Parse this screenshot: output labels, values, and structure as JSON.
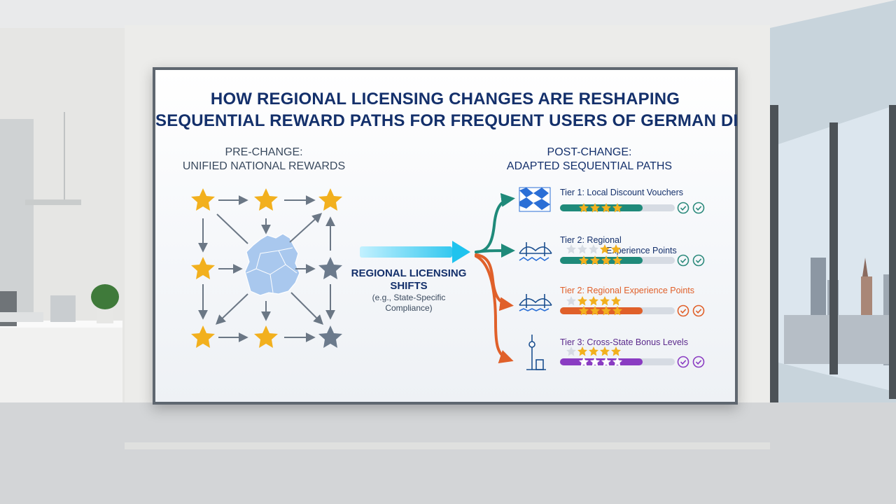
{
  "board": {
    "title_line1": "HOW REGIONAL LICENSING CHANGES ARE RESHAPING",
    "title_line2": "SEQUENTIAL REWARD PATHS FOR FREQUENT USERS OF GERMAN DI",
    "pre_heading_line1": "PRE-CHANGE:",
    "pre_heading_line2": "UNIFIED NATIONAL REWARDS",
    "post_heading_line1": "POST-CHANGE:",
    "post_heading_line2": "ADAPTED SEQUENTIAL PATHS",
    "shift_label_line1": "REGIONAL LICENSING",
    "shift_label_line2": "SHIFTS",
    "shift_sub_line1": "(e.g., State-Specific",
    "shift_sub_line2": "Compliance)"
  },
  "tiers": [
    {
      "label": "Tier 1: Local Discount Vouchers",
      "color": "#1f8a7a",
      "icon": "bavaria-flag-icon",
      "progress": 0.72
    },
    {
      "label_line1": "Tier 2: Regional",
      "label_line2": "Experience Points",
      "color": "#1f8a7a",
      "icon": "bridge-icon",
      "progress": 0.72
    },
    {
      "label": "Tier 2: Regional Experience Points",
      "color": "#e0602a",
      "icon": "bridge-icon",
      "progress": 0.72
    },
    {
      "label": "Tier 3: Cross-State Bonus Levels",
      "color": "#8a3cc2",
      "icon": "tv-tower-icon",
      "progress": 0.72
    }
  ],
  "colors": {
    "navy": "#14306b",
    "star_gold": "#f2b01e",
    "star_gray": "#6b7a8c",
    "map_blue": "#a9c8ee",
    "arrow_cyan": "#27c6f0",
    "teal": "#1f8a7a",
    "orange": "#e0602a",
    "purple": "#8a3cc2",
    "check_teal": "#2c8a7c"
  }
}
